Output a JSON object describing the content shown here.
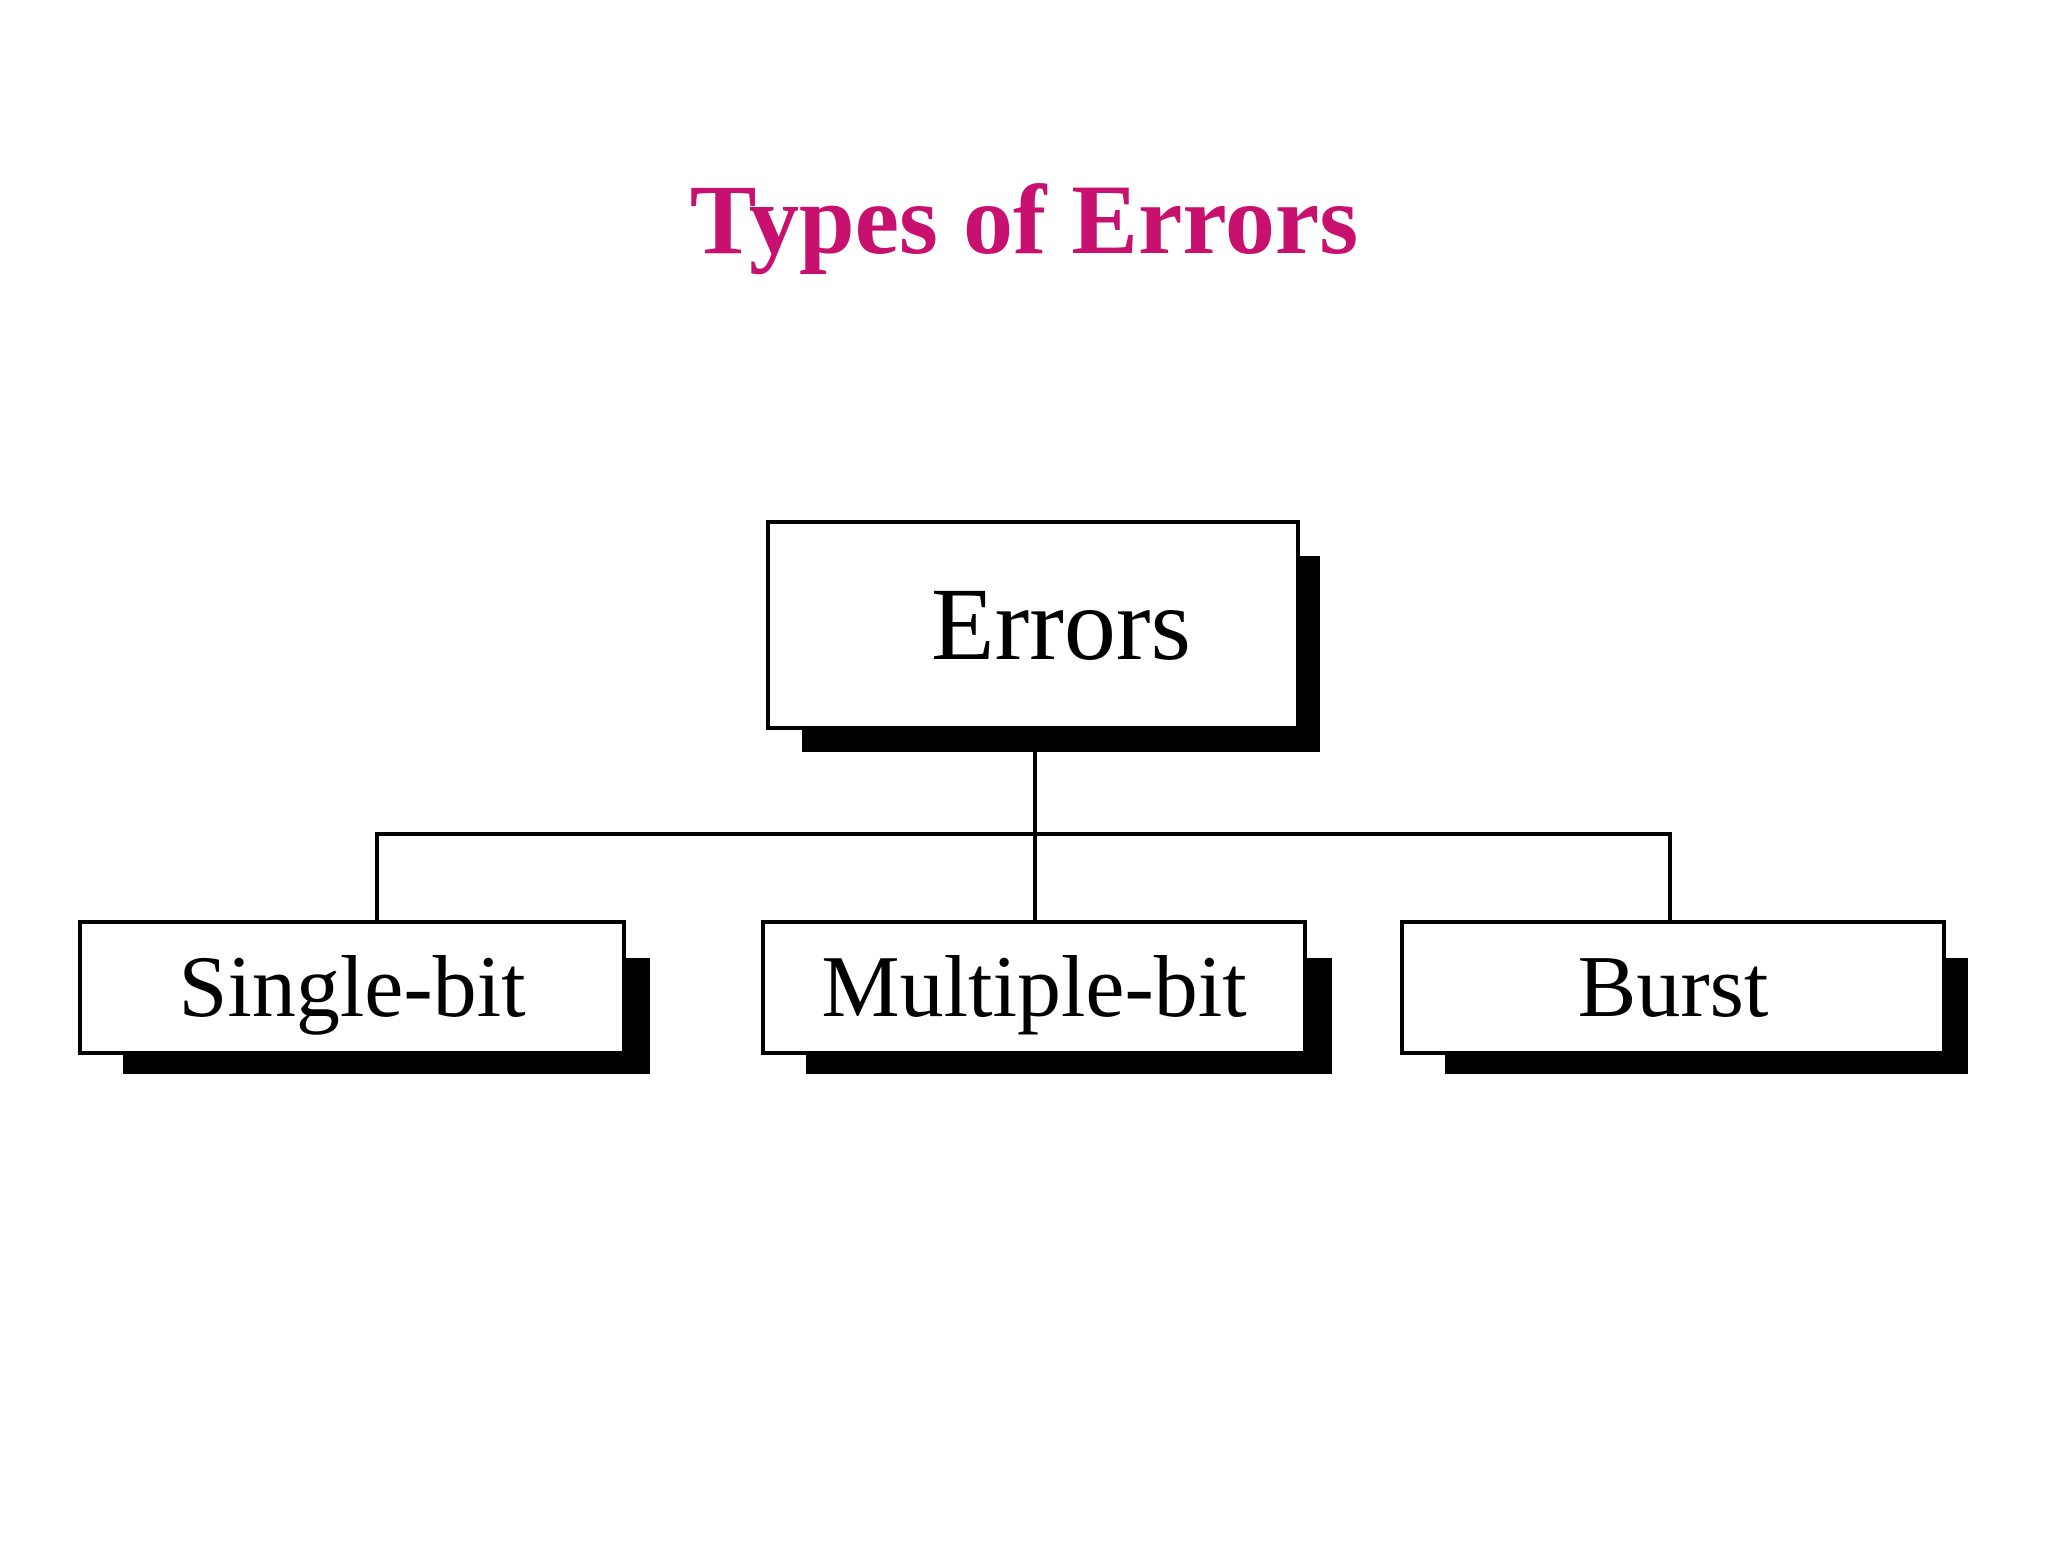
{
  "title": "Types of Errors",
  "title_color": "#c8106e",
  "root": {
    "label": "Errors"
  },
  "children": [
    {
      "label": "Single-bit"
    },
    {
      "label": "Multiple-bit"
    },
    {
      "label": "Burst"
    }
  ]
}
